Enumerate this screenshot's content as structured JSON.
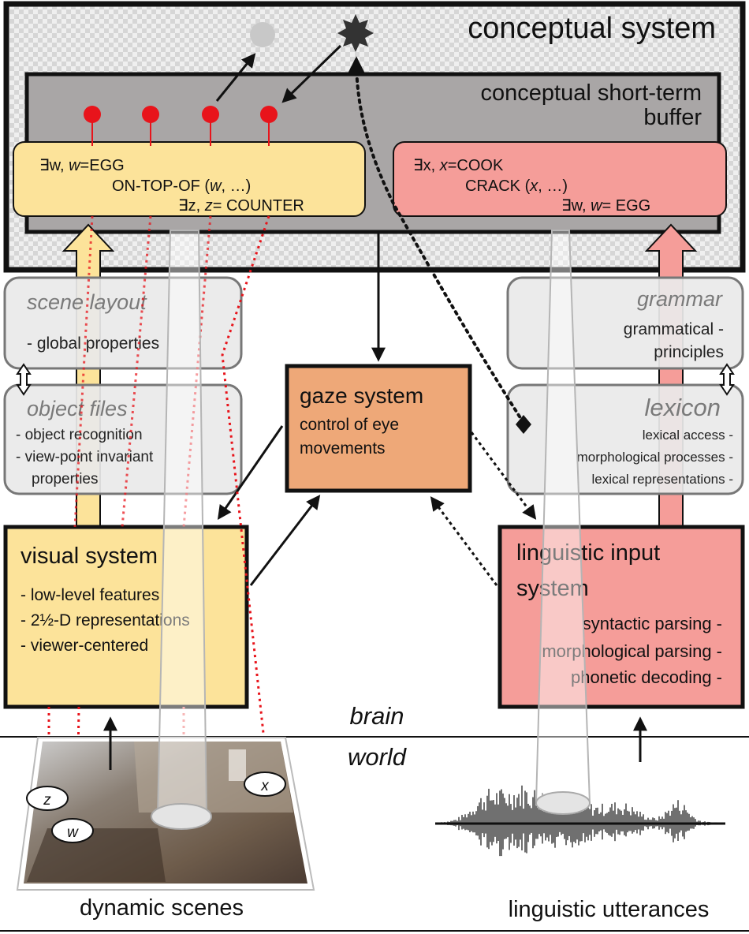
{
  "conceptual_system": {
    "title": "conceptual system",
    "buffer_title_line1": "conceptual  short-term",
    "buffer_title_line2": "buffer"
  },
  "scene_representation": {
    "line1_a": "∃w, ",
    "line1_b": "w",
    "line1_c": "=EGG",
    "line2_a": "ON-TOP-OF (",
    "line2_b": "w",
    "line2_c": ", …)",
    "line3_a": "∃z, ",
    "line3_b": "z",
    "line3_c": "= COUNTER"
  },
  "language_representation": {
    "line1_a": "∃x, ",
    "line1_b": "x",
    "line1_c": "=COOK",
    "line2_a": "CRACK (",
    "line2_b": "x",
    "line2_c": ", …)",
    "line3_a": "∃w, ",
    "line3_b": "w",
    "line3_c": "= EGG"
  },
  "scene_layout": {
    "title": "scene layout",
    "item1": "- global properties"
  },
  "object_files": {
    "title": "object files",
    "item1": "- object recognition",
    "item2": "-  view-point invariant",
    "item3": "properties"
  },
  "grammar": {
    "title": "grammar",
    "item1": "grammatical -",
    "item2": "principles"
  },
  "lexicon": {
    "title": "lexicon",
    "item1": "lexical access -",
    "item2": "morphological processes -",
    "item3": "lexical representations -"
  },
  "gaze_system": {
    "title": "gaze system",
    "line1": "control of eye",
    "line2": "movements"
  },
  "visual_system": {
    "title": "visual  system",
    "item1": "- low-level features",
    "item2": "- 2½-D representations",
    "item3": "- viewer-centered"
  },
  "linguistic_input_system": {
    "title_line1": "linguistic input",
    "title_line2": "system",
    "item1": "syntactic parsing -",
    "item2": "morphological parsing -",
    "item3": "phonetic decoding -"
  },
  "divider": {
    "brain": "brain",
    "world": "world"
  },
  "scene_image": {
    "label_z": "z",
    "label_w": "w",
    "label_x": "x",
    "caption": "dynamic scenes"
  },
  "utterance": {
    "caption": "linguistic utterances"
  },
  "colors": {
    "yellow": "#fce39a",
    "pink": "#f59d99",
    "orange": "#eea878",
    "gray_buffer": "#a9a6a6",
    "light_box": "#e9e9e9",
    "red_dot": "#e8141b"
  }
}
